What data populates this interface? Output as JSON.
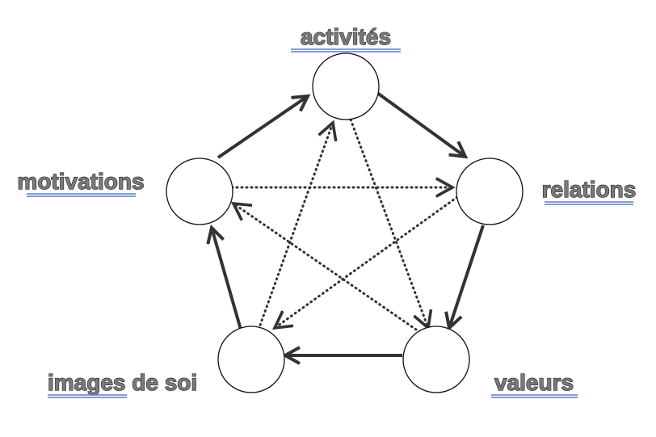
{
  "diagram": {
    "nodes": {
      "activites": {
        "label": "activités"
      },
      "relations": {
        "label": "relations"
      },
      "valeurs": {
        "label": "valeurs"
      },
      "images": {
        "label": "images de soi",
        "label_part1": "images",
        "label_part2": "de soi"
      },
      "motivations": {
        "label": "motivations"
      }
    },
    "edges": [
      {
        "from": "motivations",
        "to": "activites",
        "style": "solid"
      },
      {
        "from": "activites",
        "to": "relations",
        "style": "solid"
      },
      {
        "from": "relations",
        "to": "valeurs",
        "style": "solid"
      },
      {
        "from": "valeurs",
        "to": "images",
        "style": "solid"
      },
      {
        "from": "images",
        "to": "motivations",
        "style": "solid"
      },
      {
        "from": "motivations",
        "to": "relations",
        "style": "dotted"
      },
      {
        "from": "relations",
        "to": "images",
        "style": "dotted"
      },
      {
        "from": "images",
        "to": "activites",
        "style": "dotted"
      },
      {
        "from": "activites",
        "to": "valeurs",
        "style": "dotted"
      },
      {
        "from": "valeurs",
        "to": "motivations",
        "style": "dotted"
      }
    ],
    "colors": {
      "arrow": "#333333",
      "label_fill": "#7a7a7a",
      "underline": "#5b7fc7"
    }
  }
}
